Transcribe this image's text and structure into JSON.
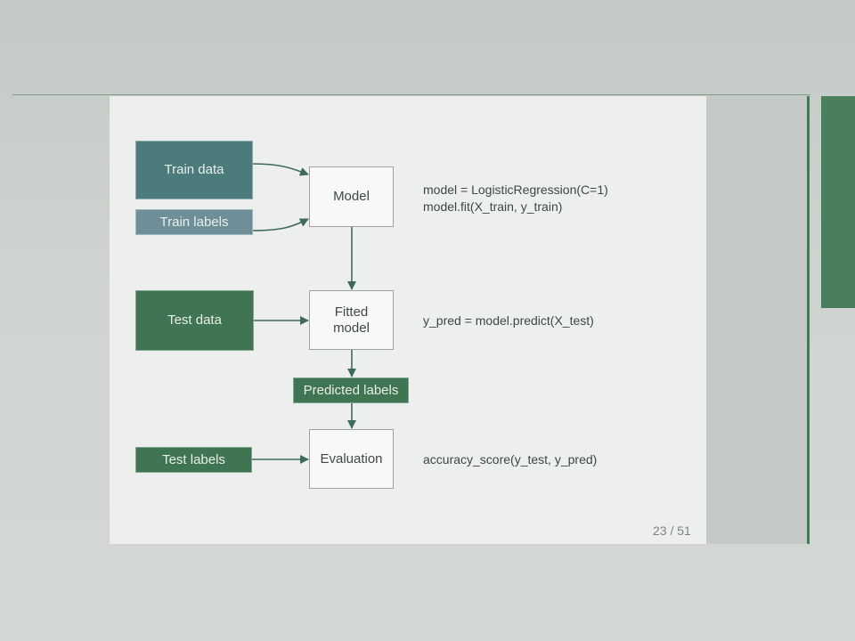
{
  "nodes": {
    "train_data": "Train data",
    "train_labels": "Train labels",
    "test_data": "Test data",
    "predicted_labels": "Predicted labels",
    "test_labels": "Test labels",
    "model": "Model",
    "fitted_model": "Fitted model",
    "evaluation": "Evaluation"
  },
  "code": {
    "fit_line1": "model = LogisticRegression(C=1)",
    "fit_line2": "model.fit(X_train, y_train)",
    "predict_line": "y_pred = model.predict(X_test)",
    "score_line": "accuracy_score(y_test, y_pred)"
  },
  "page_number": "23 / 51",
  "colors": {
    "arrow": "#3e6b58",
    "train_data_fill": "#4c7b7c",
    "train_labels_fill": "#6f8f98",
    "test_fill": "#3f7552",
    "accent_bar": "#3f7c56"
  }
}
